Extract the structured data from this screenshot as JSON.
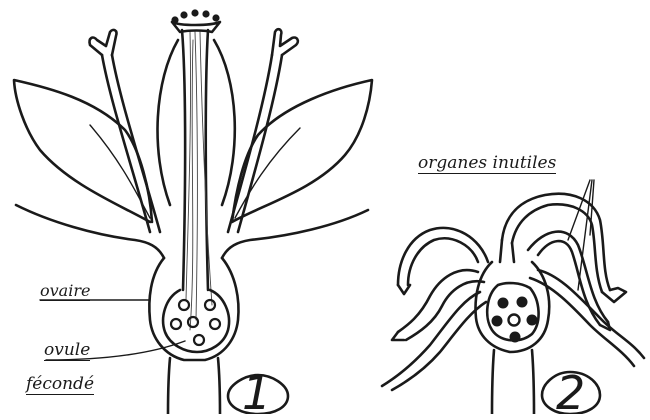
{
  "figure1": {
    "number": "1",
    "labels": {
      "ovaire": "ovaire",
      "ovule_line1": "ovule",
      "ovule_line2": "fécondé"
    }
  },
  "figure2": {
    "number": "2",
    "labels": {
      "organes": "organes inutiles"
    }
  },
  "colors": {
    "ink": "#1a1a1a",
    "paper": "#ffffff"
  }
}
